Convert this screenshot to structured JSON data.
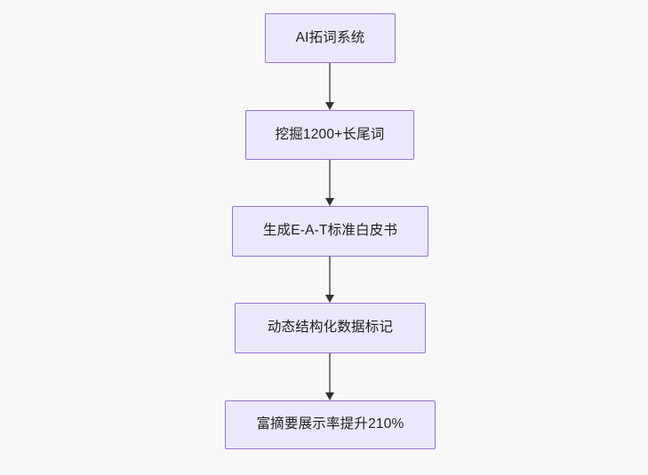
{
  "diagram": {
    "type": "flowchart",
    "orientation": "top-to-bottom",
    "background_color": "#f8f8f8",
    "node_fill_color": "#ece8fb",
    "node_border_color": "#9575cd",
    "node_text_color": "#1f1f1f",
    "edge_line_color": "#7a7a7a",
    "edge_arrow_color": "#333333",
    "nodes": [
      {
        "id": "n1",
        "label": "AI拓词系统"
      },
      {
        "id": "n2",
        "label": "挖掘1200+长尾词"
      },
      {
        "id": "n3",
        "label": "生成E-A-T标准白皮书"
      },
      {
        "id": "n4",
        "label": "动态结构化数据标记"
      },
      {
        "id": "n5",
        "label": "富摘要展示率提升210%"
      }
    ],
    "edges": [
      {
        "id": "e1",
        "from": "n1",
        "to": "n2",
        "label": "",
        "arrow": "arrow-down-icon"
      },
      {
        "id": "e2",
        "from": "n2",
        "to": "n3",
        "label": "",
        "arrow": "arrow-down-icon"
      },
      {
        "id": "e3",
        "from": "n3",
        "to": "n4",
        "label": "",
        "arrow": "arrow-down-icon"
      },
      {
        "id": "e4",
        "from": "n4",
        "to": "n5",
        "label": "",
        "arrow": "arrow-down-icon"
      }
    ]
  }
}
